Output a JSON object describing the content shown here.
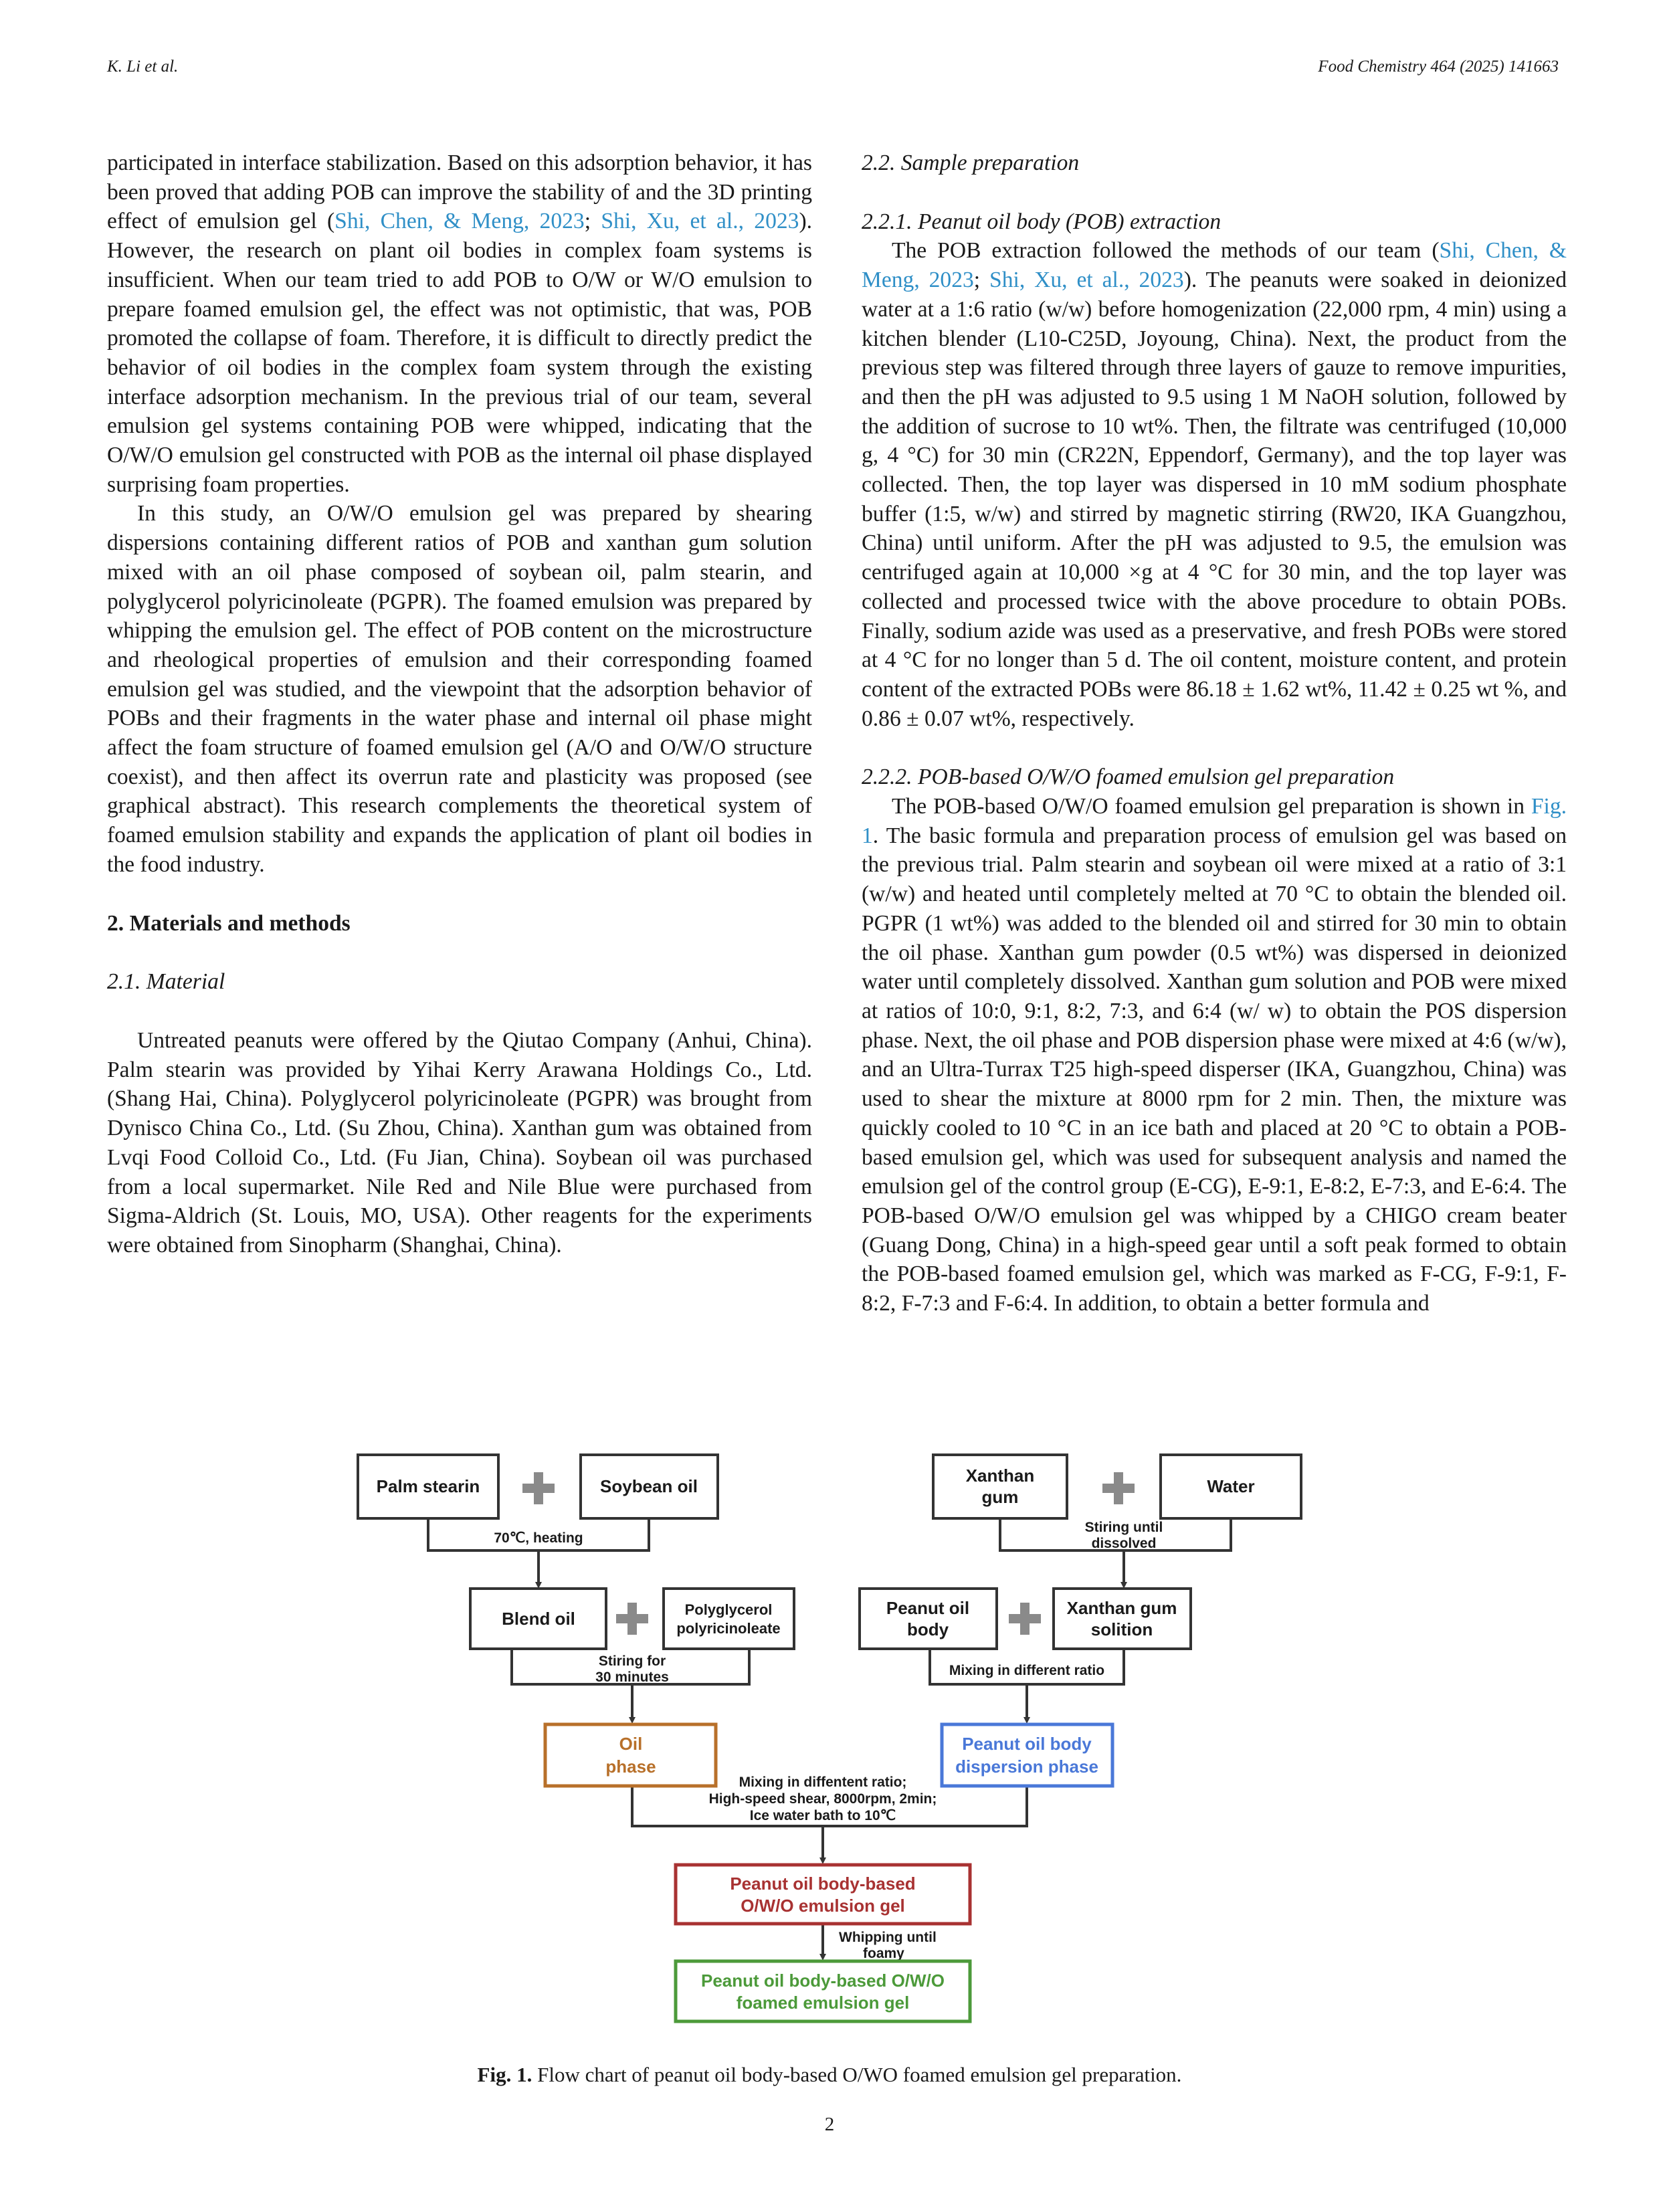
{
  "header": {
    "left": "K. Li et al.",
    "right": "Food Chemistry 464 (2025) 141663"
  },
  "left_column": {
    "p1_a": "participated in interface stabilization. Based on this adsorption behavior, it has been proved that adding POB can improve the stability of and the 3D printing effect of emulsion gel (",
    "p1_link1": "Shi, Chen, & Meng, 2023",
    "p1_b": "; ",
    "p1_link2": "Shi, Xu, et al., 2023",
    "p1_c": "). However, the research on plant oil bodies in complex foam systems is insufficient. When our team tried to add POB to O/W or W/O emulsion to prepare foamed emulsion gel, the effect was not optimistic, that was, POB promoted the collapse of foam. Therefore, it is difficult to directly predict the behavior of oil bodies in the complex foam system through the existing interface adsorption mechanism. In the previous trial of our team, several emulsion gel systems containing POB were whipped, indicating that the O/W/O emulsion gel constructed with POB as the internal oil phase displayed surprising foam properties.",
    "p2": "In this study, an O/W/O emulsion gel was prepared by shearing dispersions containing different ratios of POB and xanthan gum solution mixed with an oil phase composed of soybean oil, palm stearin, and polyglycerol polyricinoleate (PGPR). The foamed emulsion was prepared by whipping the emulsion gel. The effect of POB content on the microstructure and rheological properties of emulsion and their corresponding foamed emulsion gel was studied, and the viewpoint that the adsorption behavior of POBs and their fragments in the water phase and internal oil phase might affect the foam structure of foamed emulsion gel (A/O and O/W/O structure coexist), and then affect its overrun rate and plasticity was proposed (see graphical abstract). This research complements the theoretical system of foamed emulsion stability and expands the application of plant oil bodies in the food industry.",
    "section_heading": "2.  Materials and methods",
    "sub_heading": "2.1.  Material",
    "p3": "Untreated peanuts were offered by the Qiutao Company (Anhui, China). Palm stearin was provided by Yihai Kerry Arawana Holdings Co., Ltd. (Shang Hai, China). Polyglycerol polyricinoleate (PGPR) was brought from Dynisco China Co., Ltd. (Su Zhou, China). Xanthan gum was obtained from Lvqi Food Colloid Co., Ltd. (Fu Jian, China). Soybean oil was purchased from a local supermarket. Nile Red and Nile Blue were purchased from Sigma-Aldrich (St. Louis, MO, USA). Other reagents for the experiments were obtained from Sinopharm (Shanghai, China)."
  },
  "right_column": {
    "sub_heading": "2.2.  Sample preparation",
    "subsub1": "2.2.1.  Peanut oil body (POB) extraction",
    "p1_a": "The POB extraction followed the methods of our team (",
    "p1_link1": "Shi, Chen, & Meng, 2023",
    "p1_b": "; ",
    "p1_link2": "Shi, Xu, et al., 2023",
    "p1_c": "). The peanuts were soaked in deionized water at a 1:6 ratio (w/w) before homogenization (22,000 rpm, 4 min) using a kitchen blender (L10-C25D, Joyoung, China). Next, the product from the previous step was filtered through three layers of gauze to remove impurities, and then the pH was adjusted to 9.5 using 1 M NaOH solution, followed by the addition of sucrose to 10 wt%. Then, the filtrate was centrifuged (10,000 g, 4 °C) for 30 min (CR22N, Eppendorf, Germany), and the top layer was collected. Then, the top layer was dispersed in 10 mM sodium phosphate buffer (1:5, w/w) and stirred by magnetic stirring (RW20, IKA Guangzhou, China) until uniform. After the pH was adjusted to 9.5, the emulsion was centrifuged again at 10,000 ×g at 4 °C for 30 min, and the top layer was collected and processed twice with the above procedure to obtain POBs. Finally, sodium azide was used as a preservative, and fresh POBs were stored at 4 °C for no longer than 5 d. The oil content, moisture content, and protein content of the extracted POBs were 86.18 ± 1.62 wt%, 11.42 ± 0.25 wt %, and 0.86 ± 0.07 wt%, respectively.",
    "subsub2": "2.2.2.  POB-based O/W/O foamed emulsion gel preparation",
    "p2_a": "The POB-based O/W/O foamed emulsion gel preparation is shown in ",
    "p2_link": "Fig. 1",
    "p2_b": ". The basic formula and preparation process of emulsion gel was based on the previous trial. Palm stearin and soybean oil were mixed at a ratio of 3:1 (w/w) and heated until completely melted at 70 °C to obtain the blended oil. PGPR (1 wt%) was added to the blended oil and stirred for 30 min to obtain the oil phase. Xanthan gum powder (0.5 wt%) was dispersed in deionized water until completely dissolved. Xanthan gum solution and POB were mixed at ratios of 10:0, 9:1, 8:2, 7:3, and 6:4 (w/ w) to obtain the POS dispersion phase. Next, the oil phase and POB dispersion phase were mixed at 4:6 (w/w), and an Ultra-Turrax T25 high-speed disperser (IKA, Guangzhou, China) was used to shear the mixture at 8000 rpm for 2 min. Then, the mixture was quickly cooled to 10 °C in an ice bath and placed at 20 °C to obtain a POB-based emulsion gel, which was used for subsequent analysis and named the emulsion gel of the control group (E-CG), E-9:1, E-8:2, E-7:3, and E-6:4. The POB-based O/W/O emulsion gel was whipped by a CHIGO cream beater (Guang Dong, China) in a high-speed gear until a soft peak formed to obtain the POB-based foamed emulsion gel, which was marked as F-CG, F-9:1, F-8:2, F-7:3 and F-6:4. In addition, to obtain a better formula and"
  },
  "figure": {
    "boxes": {
      "palm_stearin": "Palm stearin",
      "soybean_oil": "Soybean oil",
      "xanthan_gum_1": "Xanthan",
      "xanthan_gum_2": "gum",
      "water": "Water",
      "blend_oil": "Blend oil",
      "pgpr_1": "Polyglycerol",
      "pgpr_2": "polyricinoleate",
      "peanut_oil_body_1": "Peanut oil",
      "peanut_oil_body_2": "body",
      "xg_solution_1": "Xanthan gum",
      "xg_solution_2": "solition",
      "oil_phase_1": "Oil",
      "oil_phase_2": "phase",
      "dispersion_1": "Peanut oil body",
      "dispersion_2": "dispersion phase",
      "emulsion_gel_1": "Peanut oil body-based",
      "emulsion_gel_2": "O/W/O emulsion gel",
      "foamed_1": "Peanut oil body-based O/W/O",
      "foamed_2": "foamed emulsion gel"
    },
    "labels": {
      "heating": "70℃, heating",
      "stiring_1": "Stiring until",
      "stiring_2": "dissolved",
      "stiring30_1": "Stiring for",
      "stiring30_2": "30 minutes",
      "mixing_ratio": "Mixing in different ratio",
      "mix_1": "Mixing in diffentent ratio;",
      "mix_2": "High-speed shear, 8000rpm, 2min;",
      "mix_3": "Ice water bath to 10℃",
      "whip_1": "Whipping until",
      "whip_2": "foamy"
    },
    "colors": {
      "oil_phase": "#b8702a",
      "dispersion": "#4a78d8",
      "emulsion_gel": "#a83232",
      "foamed": "#4c9a3a",
      "plus": "#8a8a8a"
    },
    "caption_label": "Fig. 1.",
    "caption_text": " Flow chart of peanut oil body-based O/WO foamed emulsion gel preparation."
  },
  "page_number": "2"
}
